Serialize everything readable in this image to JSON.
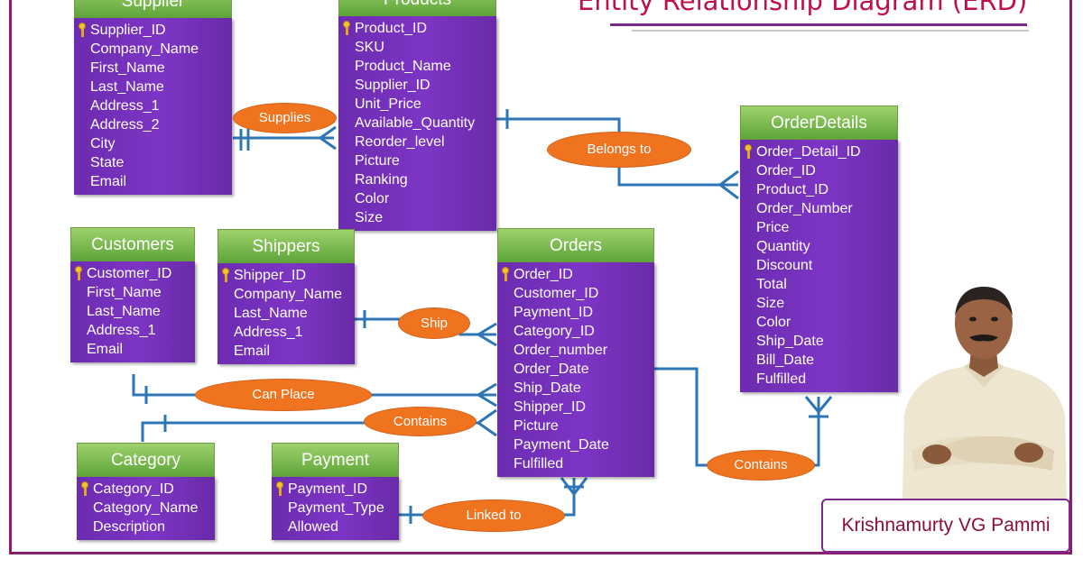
{
  "title": "Entity Relationship Diagram (ERD)",
  "author": "Krishnamurty VG Pammi",
  "colors": {
    "entity_header": "#5ea63a",
    "entity_body": "#7030a0",
    "relationship": "#f0731f",
    "connector": "#2e75b6",
    "title": "#c0104a"
  },
  "entities": {
    "supplier": {
      "name": "Supplier",
      "attributes": [
        "Supplier_ID",
        "Company_Name",
        "First_Name",
        "Last_Name",
        "Address_1",
        "Address_2",
        "City",
        "State",
        "Email"
      ]
    },
    "products": {
      "name": "Products",
      "attributes": [
        "Product_ID",
        "SKU",
        "Product_Name",
        "Supplier_ID",
        "Unit_Price",
        "Available_Quantity",
        "Reorder_level",
        "Picture",
        "Ranking",
        "Color",
        "Size"
      ]
    },
    "orderdetails": {
      "name": "OrderDetails",
      "attributes": [
        "Order_Detail_ID",
        "Order_ID",
        "Product_ID",
        "Order_Number",
        "Price",
        "Quantity",
        "Discount",
        "Total",
        "Size",
        "Color",
        "Ship_Date",
        "Bill_Date",
        "Fulfilled"
      ]
    },
    "customers": {
      "name": "Customers",
      "attributes": [
        "Customer_ID",
        "First_Name",
        "Last_Name",
        "Address_1",
        "Email"
      ]
    },
    "shippers": {
      "name": "Shippers",
      "attributes": [
        "Shipper_ID",
        "Company_Name",
        "Last_Name",
        "Address_1",
        "Email"
      ]
    },
    "orders": {
      "name": "Orders",
      "attributes": [
        "Order_ID",
        "Customer_ID",
        "Payment_ID",
        "Category_ID",
        "Order_number",
        "Order_Date",
        "Ship_Date",
        "Shipper_ID",
        "Picture",
        "Payment_Date",
        "Fulfilled"
      ]
    },
    "category": {
      "name": "Category",
      "attributes": [
        "Category_ID",
        "Category_Name",
        "Description"
      ]
    },
    "payment": {
      "name": "Payment",
      "attributes": [
        "Payment_ID",
        "Payment_Type",
        "Allowed"
      ]
    }
  },
  "relationships": {
    "supplies": "Supplies",
    "belongs_to": "Belongs to",
    "ship": "Ship",
    "can_place": "Can Place",
    "contains_category": "Contains",
    "contains_orderdetails": "Contains",
    "linked_to": "Linked to"
  }
}
